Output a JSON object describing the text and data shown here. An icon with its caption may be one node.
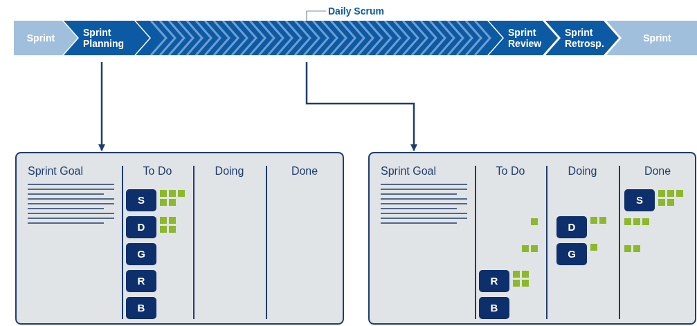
{
  "diagram": {
    "nodes": [
      {
        "text": [
          "Sprint"
        ]
      },
      {
        "text": [
          "Sprint Planning"
        ]
      },
      {
        "text": [],
        "shape": "bar"
      },
      {
        "text": [
          "Daily Scrum"
        ]
      },
      {
        "text": [
          "Sprint Review"
        ]
      },
      {
        "text": [
          "Sprint Retrosp."
        ]
      },
      {
        "text": [
          "Sprint"
        ]
      },
      {
        "text": [
          "Sprint Goal",
          "To Do",
          "Doing",
          "Done"
        ]
      },
      {
        "text": [
          "S"
        ],
        "in": 7
      },
      {
        "text": [
          "D"
        ],
        "in": 7
      },
      {
        "text": [
          "G"
        ],
        "in": 7
      },
      {
        "text": [
          "R"
        ],
        "in": 7
      },
      {
        "text": [
          "B"
        ],
        "in": 7
      },
      {
        "text": [
          "Sprint Goal",
          "To Do",
          "Doing",
          "Done"
        ]
      },
      {
        "text": [
          "S"
        ],
        "in": 13
      },
      {
        "text": [
          "D"
        ],
        "in": 13
      },
      {
        "text": [
          "G"
        ],
        "in": 13
      },
      {
        "text": [
          "R"
        ],
        "in": 13
      },
      {
        "text": [
          "B"
        ],
        "in": 13
      }
    ],
    "edges": [
      {
        "from": 3,
        "to": 2,
        "arrow": "none",
        "color": "#7f8c99"
      },
      {
        "from": 1,
        "to": 7,
        "arrow": "to"
      },
      {
        "from": 2,
        "to": 13,
        "arrow": "to"
      }
    ]
  }
}
